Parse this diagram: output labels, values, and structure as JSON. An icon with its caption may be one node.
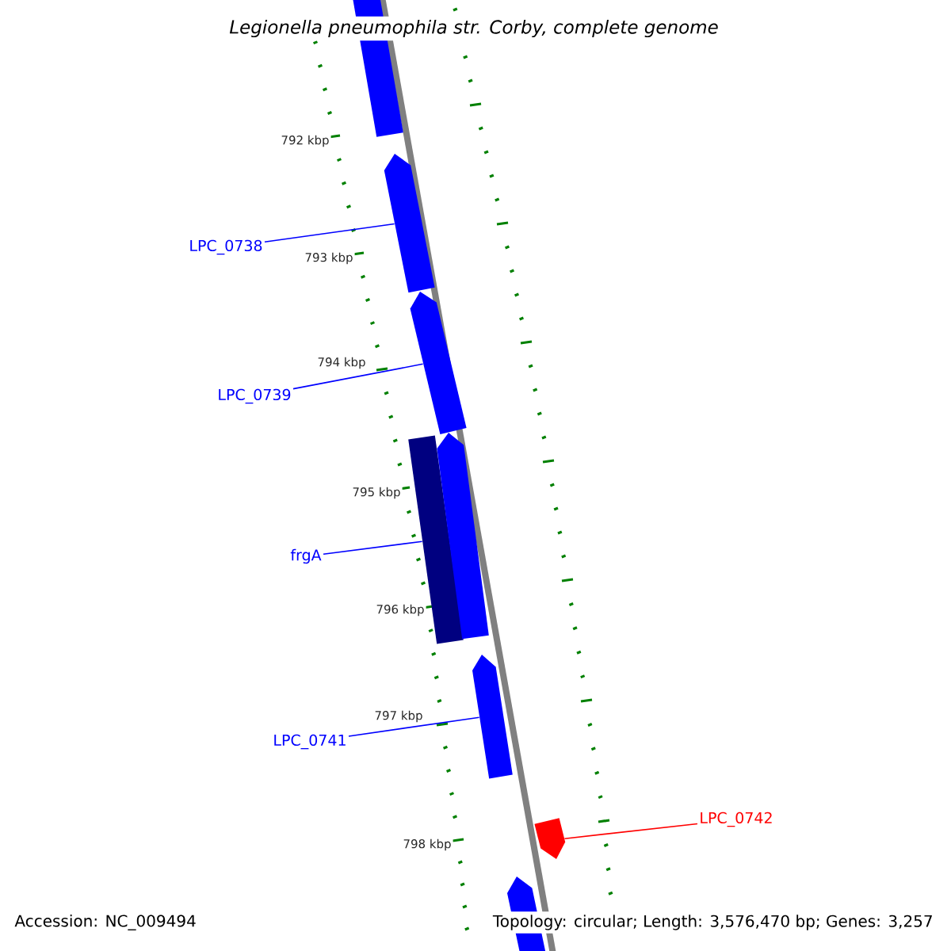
{
  "diagram": {
    "title": "Legionella pneumophila str. Corby, complete genome",
    "nodes": [
      {
        "text": [],
        "shape": "bar"
      },
      {
        "text": [
          "LPC_0738"
        ]
      },
      {
        "text": [],
        "shape": "bar"
      },
      {
        "text": [
          "LPC_0739"
        ]
      },
      {
        "text": [],
        "shape": "bar"
      },
      {
        "text": [
          "frgA"
        ]
      },
      {
        "text": [],
        "shape": "bar"
      },
      {
        "text": [],
        "shape": "bar"
      },
      {
        "text": [
          "LPC_0741"
        ]
      },
      {
        "text": [],
        "shape": "bar"
      },
      {
        "text": [],
        "shape": "bar"
      },
      {
        "text": [
          "LPC_0742"
        ]
      },
      {
        "text": [],
        "shape": "bar"
      }
    ],
    "edges": [
      {
        "from": 1,
        "to": 2,
        "arrow": "none"
      },
      {
        "from": 3,
        "to": 4,
        "arrow": "none"
      },
      {
        "from": 5,
        "to": 6,
        "arrow": "none"
      },
      {
        "from": 8,
        "to": 9,
        "arrow": "none"
      },
      {
        "from": 11,
        "to": 10,
        "arrow": "none",
        "color": "#ff0000"
      }
    ],
    "labels": [
      "792 kbp",
      "793 kbp",
      "794 kbp",
      "795 kbp",
      "796 kbp",
      "797 kbp",
      "798 kbp",
      "Accession: NC_009494",
      "Topology: circular; Length: 3,576,470 bp; Genes: 3,257"
    ]
  }
}
